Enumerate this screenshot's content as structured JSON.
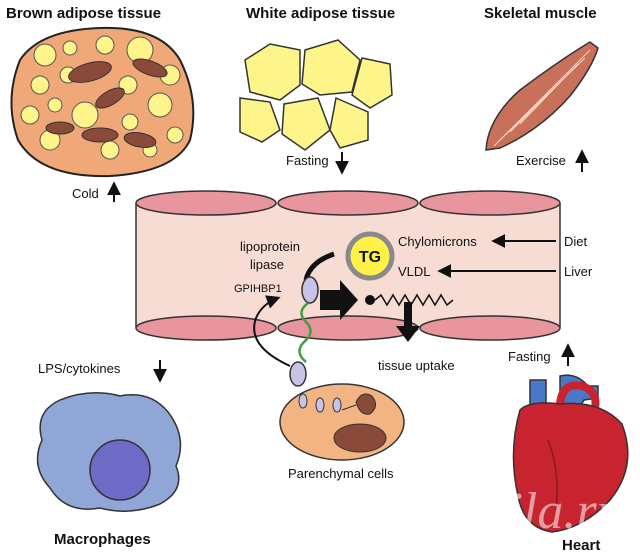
{
  "titles": {
    "brown": "Brown adipose tissue",
    "white": "White adipose tissue",
    "muscle": "Skeletal muscle",
    "macrophages": "Macrophages",
    "heart": "Heart"
  },
  "labels": {
    "cold": "Cold",
    "fasting_white": "Fasting",
    "exercise": "Exercise",
    "fasting_heart": "Fasting",
    "lps": "LPS/cytokines",
    "lipoprotein": "lipoprotein",
    "lipase": "lipase",
    "gpihbp1": "GPIHBP1",
    "tg": "TG",
    "chylomicrons": "Chylomicrons",
    "vldl": "VLDL",
    "diet": "Diet",
    "liver": "Liver",
    "tissue_uptake": "tissue uptake",
    "parenchymal": "Parenchymal cells"
  },
  "arrows": {
    "cold": "up",
    "fasting_white": "down",
    "exercise": "up",
    "fasting_heart": "up",
    "lps": "down"
  },
  "watermark": "Postila.ru",
  "colors": {
    "vessel": "#f7dcd3",
    "vessel_ring": "#e8959d",
    "brown_tissue": "#f0a878",
    "fat_droplet": "#fdf58a",
    "muscle": "#c9705a",
    "macrophage": "#8fa6d6",
    "nucleus": "#6e6bc7",
    "heart": "#c8242f",
    "heart_vessel": "#4a78c8",
    "cell": "#f2b483",
    "lipase": "#c8c4e8",
    "gpihbp1": "#3fa03f",
    "tg_ring": "#8a8a8a",
    "tg_fill": "#fff14a"
  }
}
